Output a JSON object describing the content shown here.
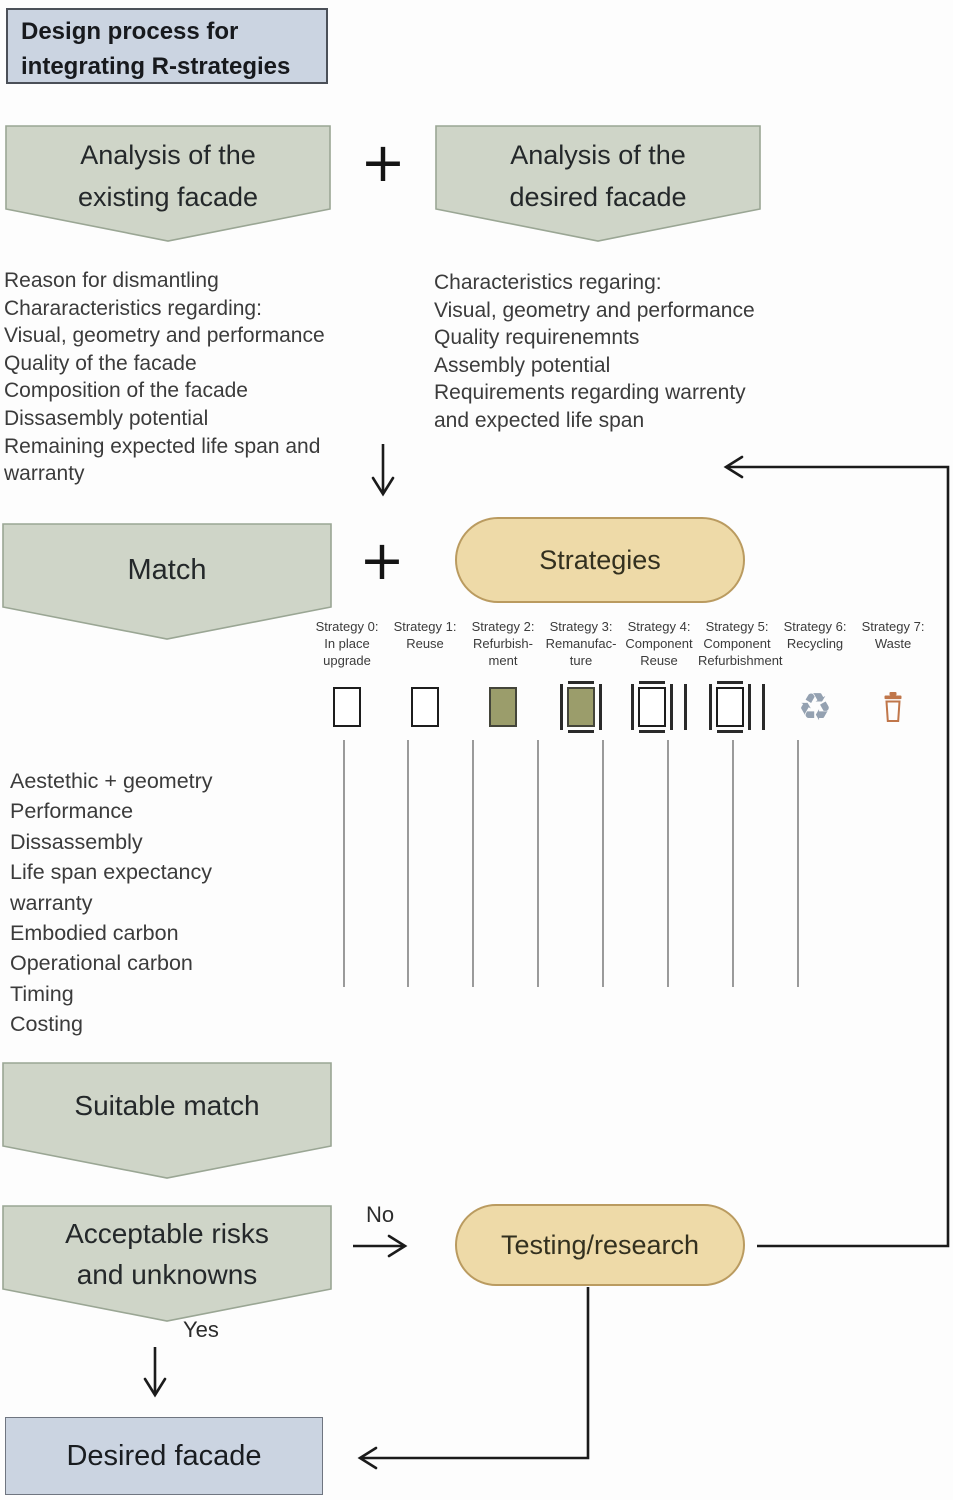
{
  "title": "Design process for\nintegrating R-strategies",
  "plus_sign": "+",
  "analysis_existing": {
    "heading": "Analysis of the\nexisting facade",
    "items": [
      "Reason for dismantling",
      "Chararacteristics regarding:",
      "Visual, geometry and performance",
      "Quality of the facade",
      "Composition of the facade",
      "Dissasembly potential",
      "Remaining expected life span and",
      "warranty"
    ]
  },
  "analysis_desired": {
    "heading": "Analysis of the\ndesired facade",
    "items": [
      "Characteristics regaring:",
      "Visual, geometry and performance",
      "Quality requirenemnts",
      "Assembly potential",
      "Requirements regarding warrenty",
      "and expected life span"
    ]
  },
  "match": {
    "heading": "Match"
  },
  "strategies": {
    "heading": "Strategies",
    "columns": [
      {
        "title": "Strategy 0:",
        "subtitle": "In place\nupgrade",
        "icon": "panel"
      },
      {
        "title": "Strategy 1:",
        "subtitle": "Reuse",
        "icon": "panel"
      },
      {
        "title": "Strategy 2:",
        "subtitle": "Refurbish-\nment",
        "icon": "panel-filled"
      },
      {
        "title": "Strategy 3:",
        "subtitle": "Remanufac-\nture",
        "icon": "panel-filled-exploded"
      },
      {
        "title": "Strategy 4:",
        "subtitle": "Component\nReuse",
        "icon": "panel-exploded"
      },
      {
        "title": "Strategy 5:",
        "subtitle": "Component\nRefurbishment",
        "icon": "panel-exploded"
      },
      {
        "title": "Strategy 6:",
        "subtitle": "Recycling",
        "icon": "recycle"
      },
      {
        "title": "Strategy 7:",
        "subtitle": "Waste",
        "icon": "trash"
      }
    ]
  },
  "criteria": [
    "Aestethic + geometry",
    "Performance",
    "Dissassembly",
    "Life span expectancy",
    "warranty",
    "Embodied carbon",
    "Operational carbon",
    "Timing",
    "Costing"
  ],
  "suitable_match": {
    "heading": "Suitable match"
  },
  "acceptable_risks": {
    "heading": "Acceptable risks\nand unknowns"
  },
  "decision_labels": {
    "no": "No",
    "yes": "Yes"
  },
  "testing": {
    "heading": "Testing/research"
  },
  "desired_facade": {
    "heading": "Desired facade"
  },
  "colors": {
    "pentagon_fill": "#cfd5c8",
    "pentagon_border": "#9aa694",
    "box_fill": "#cbd4e1",
    "box_border": "#4b5058",
    "box_border_light": "#6f7580",
    "pill_fill": "#eedaa8",
    "pill_border": "#ba9b60",
    "olive": "#9b9d6b",
    "recycle": "#94a1b1",
    "trash": "#c0764a",
    "arrow": "#1b1b1b",
    "text": "#3a3a3a",
    "heading_text": "#17191d"
  }
}
